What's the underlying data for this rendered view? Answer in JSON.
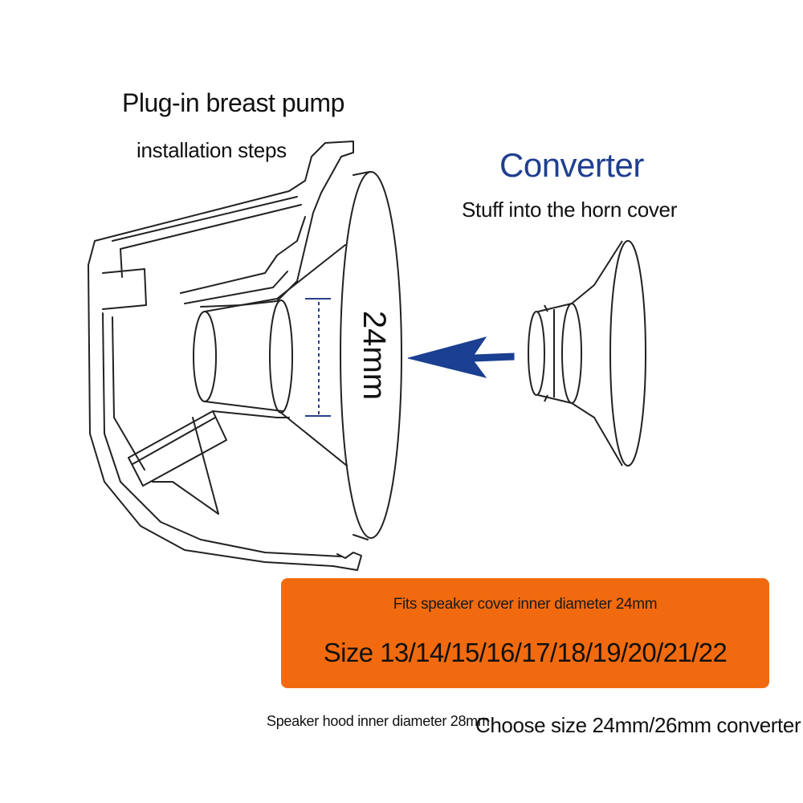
{
  "header": {
    "title": "Plug-in breast pump",
    "subtitle": "installation steps"
  },
  "converter": {
    "title": "Converter",
    "subtitle": "Stuff into the horn cover",
    "title_color": "#1f3f8f"
  },
  "diagram": {
    "dimension_label": "24mm",
    "arrow_color": "#1b3f91",
    "arrow_icon": "arrow-left-icon"
  },
  "banner": {
    "line1": "Fits speaker cover inner diameter 24mm",
    "line2": "Size 13/14/15/16/17/18/19/20/21/22",
    "color": "#f26a0f"
  },
  "footer": {
    "left": "Speaker hood inner diameter 28mm",
    "right": "Choose size 24mm/26mm converter"
  }
}
